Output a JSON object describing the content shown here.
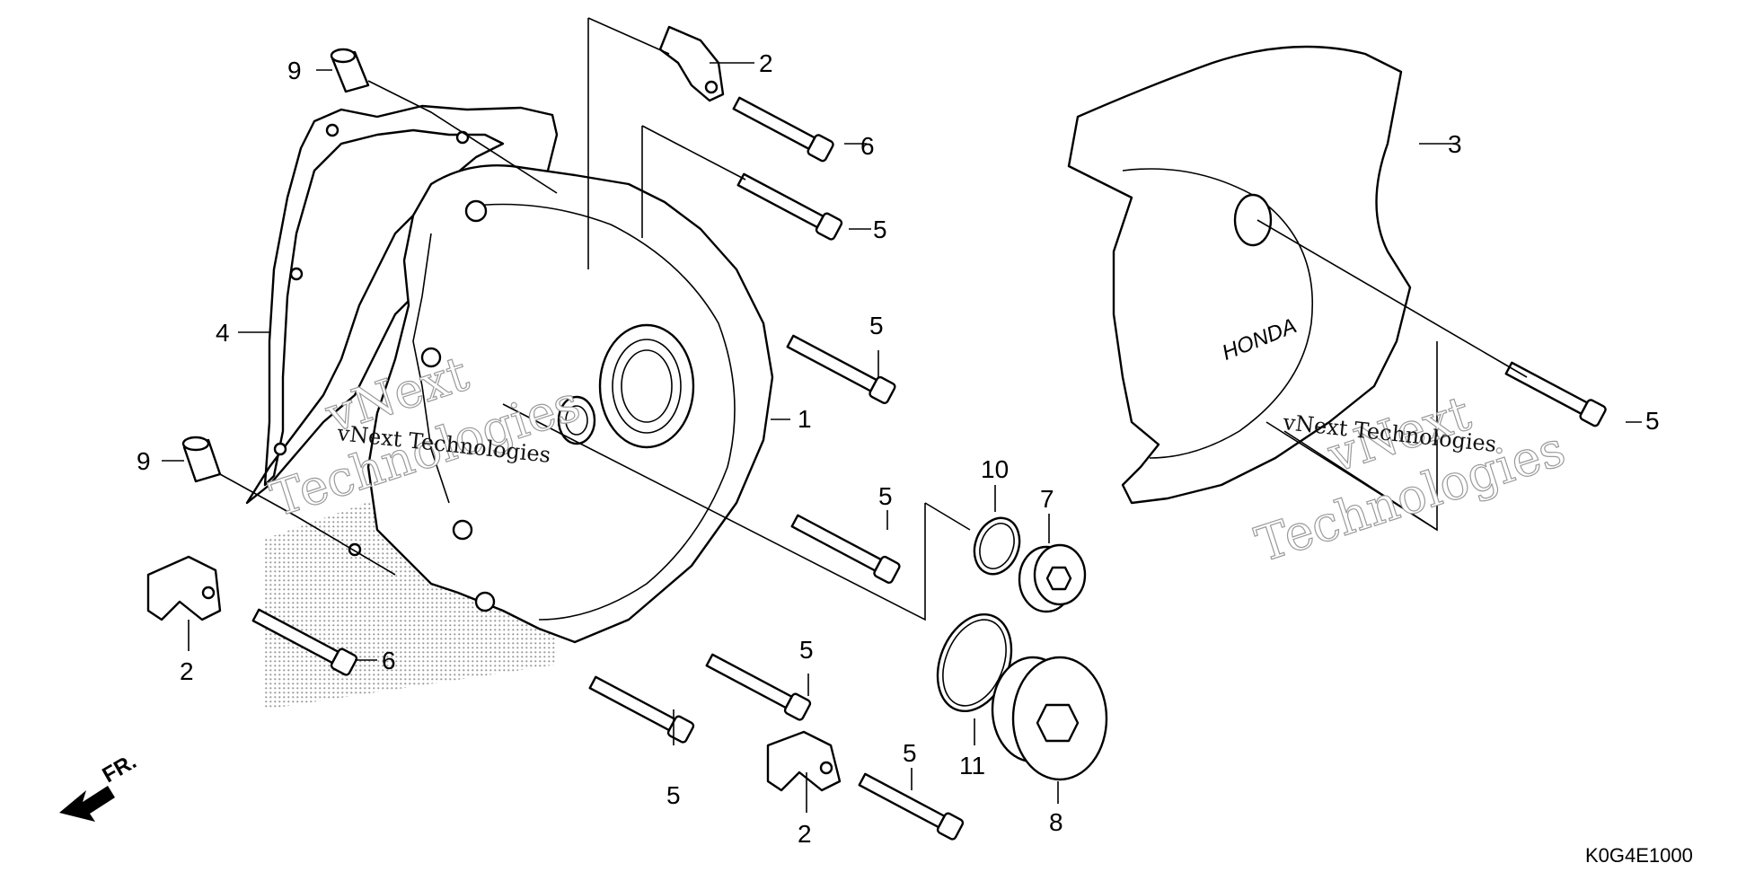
{
  "diagram": {
    "code": "K0G4E1000",
    "direction_label": "FR.",
    "brand_mark": "HONDA",
    "callouts": [
      {
        "id": "c1",
        "label": "1"
      },
      {
        "id": "c2a",
        "label": "2"
      },
      {
        "id": "c2b",
        "label": "2"
      },
      {
        "id": "c2c",
        "label": "2"
      },
      {
        "id": "c3",
        "label": "3"
      },
      {
        "id": "c4",
        "label": "4"
      },
      {
        "id": "c5a",
        "label": "5"
      },
      {
        "id": "c5b",
        "label": "5"
      },
      {
        "id": "c5c",
        "label": "5"
      },
      {
        "id": "c5d",
        "label": "5"
      },
      {
        "id": "c5e",
        "label": "5"
      },
      {
        "id": "c5f",
        "label": "5"
      },
      {
        "id": "c5g",
        "label": "5"
      },
      {
        "id": "c6a",
        "label": "6"
      },
      {
        "id": "c6b",
        "label": "6"
      },
      {
        "id": "c7",
        "label": "7"
      },
      {
        "id": "c8",
        "label": "8"
      },
      {
        "id": "c9a",
        "label": "9"
      },
      {
        "id": "c9b",
        "label": "9"
      },
      {
        "id": "c10",
        "label": "10"
      },
      {
        "id": "c11",
        "label": "11"
      }
    ]
  },
  "watermarks": [
    {
      "line1": "vNext",
      "line2": "Technologies",
      "small": "vNext Technologies"
    },
    {
      "line1": "vNext",
      "line2": "Technologies",
      "small": "vNext Technologies"
    }
  ]
}
